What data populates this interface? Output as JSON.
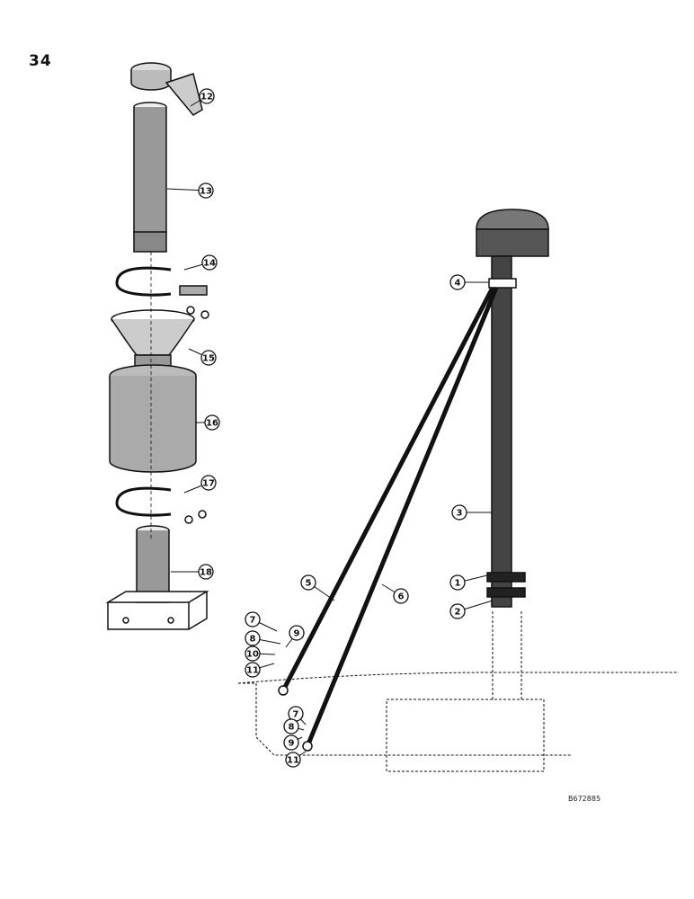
{
  "page_number": "34",
  "drawing_code": "B672885",
  "callouts": [
    "12",
    "13",
    "14",
    "15",
    "16",
    "17",
    "18",
    "4",
    "3",
    "1",
    "2",
    "5",
    "6",
    "7",
    "8",
    "9",
    "10",
    "11",
    "7",
    "8",
    "9",
    "11"
  ],
  "colors": {
    "ink": "#111111",
    "paper": "#ffffff"
  }
}
